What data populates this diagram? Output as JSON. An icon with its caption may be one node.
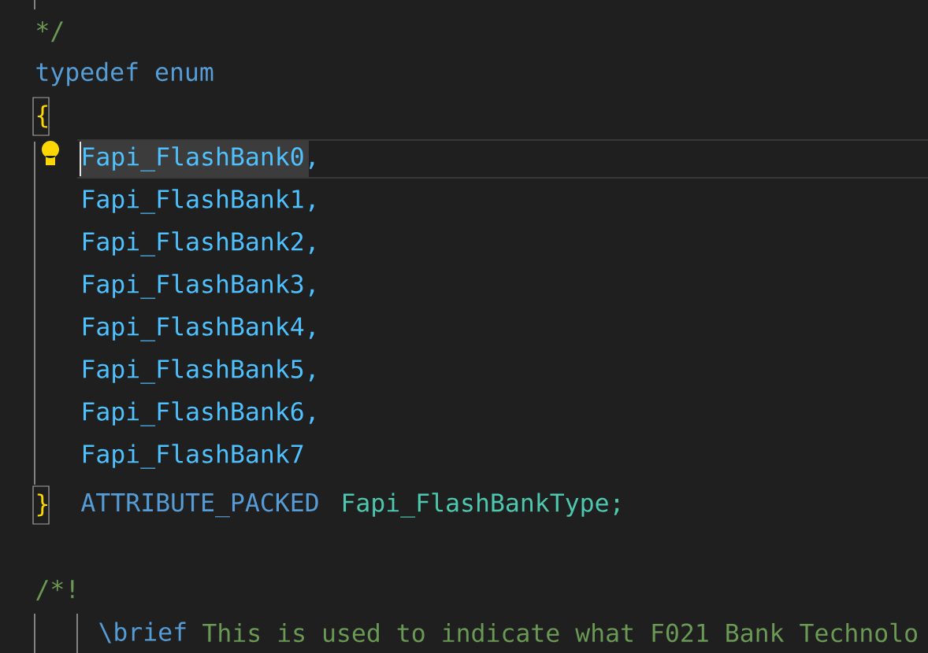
{
  "diagram": {
    "labels": [
      "*/",
      "typedef enum",
      "{",
      "Fapi_FlashBank0,",
      "Fapi_FlashBank1,",
      "Fapi_FlashBank2,",
      "Fapi_FlashBank3,",
      "Fapi_FlashBank4,",
      "Fapi_FlashBank5,",
      "Fapi_FlashBank6,",
      "Fapi_FlashBank7",
      "}",
      "ATTRIBUTE_PACKED",
      "Fapi_FlashBankType;",
      "/*!",
      "\\brief",
      "This is used to indicate what F021 Bank Technolo"
    ]
  }
}
